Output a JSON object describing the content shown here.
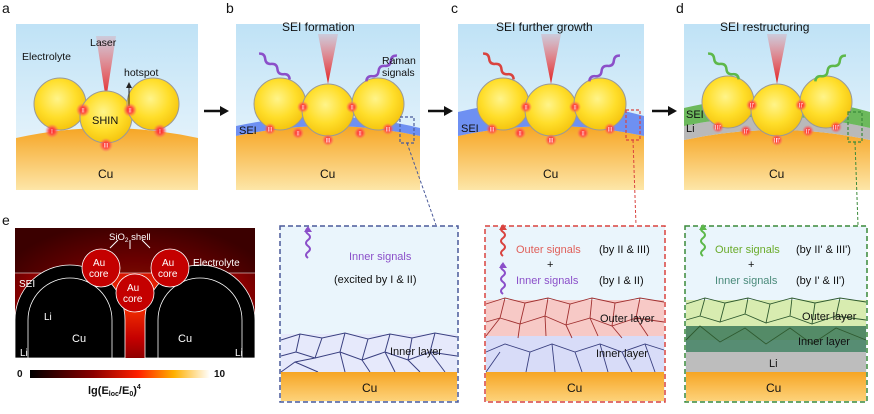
{
  "panels": {
    "a": {
      "letter": "a",
      "electrolyte": "Electrolyte",
      "laser": "Laser",
      "hotspot": "hotspot",
      "shin": "SHIN",
      "cu": "Cu"
    },
    "b": {
      "letter": "b",
      "title": "SEI formation",
      "raman_line1": "Raman",
      "raman_line2": "signals",
      "sei": "SEI",
      "cu": "Cu"
    },
    "c": {
      "letter": "c",
      "title": "SEI further growth",
      "sei": "SEI",
      "cu": "Cu"
    },
    "d": {
      "letter": "d",
      "title": "SEI restructuring",
      "sei": "SEI",
      "li": "Li",
      "cu": "Cu"
    },
    "e": {
      "letter": "e",
      "sio2": "SiO",
      "sio2_sub": "2",
      "sio2_rest": " shell",
      "electrolyte": "Electrolyte",
      "sei": "SEI",
      "au_line1": "Au",
      "au_line2": "core",
      "li": "Li",
      "cu": "Cu",
      "colorbar_min": "0",
      "colorbar_max": "10",
      "colorbar_label": "lg(E",
      "colorbar_sub": "loc",
      "colorbar_mid": "/E",
      "colorbar_sub2": "0",
      "colorbar_end": ")",
      "colorbar_sup": "4"
    }
  },
  "insets": {
    "b": {
      "signals": "Inner signals",
      "excited": "(excited by I & II)",
      "inner_layer": "Inner layer",
      "cu": "Cu"
    },
    "c": {
      "outer_signals": "Outer signals",
      "outer_by": "(by II & III)",
      "plus": "+",
      "inner_signals": "Inner signals",
      "inner_by": "(by I & II)",
      "outer_layer": "Outer layer",
      "inner_layer": "Inner layer",
      "cu": "Cu"
    },
    "d": {
      "outer_signals": "Outer signals",
      "outer_by": "(by II' & III')",
      "plus": "+",
      "inner_signals": "Inner signals",
      "inner_by": "(by I' & II')",
      "outer_layer": "Outer layer",
      "inner_layer": "Inner layer",
      "li": "Li",
      "cu": "Cu"
    }
  },
  "hotspot_labels": {
    "a": [
      "I",
      "II",
      "III",
      "II",
      "I"
    ],
    "b": [
      "III",
      "II",
      "II",
      "III",
      "II",
      "II",
      "III",
      "I"
    ],
    "c": [
      "III",
      "II",
      "II",
      "III",
      "II",
      "II",
      "III",
      "I"
    ],
    "d": [
      "III'",
      "II'",
      "II'",
      "III'",
      "II'",
      "II'",
      "III'",
      "I'"
    ]
  },
  "colors": {
    "cu_top": "#fde3a0",
    "cu_bottom": "#f29a1a",
    "electrolyte_top": "#bfe2f6",
    "electrolyte_bottom": "#eaf5fc",
    "sphere": "#ffe23a",
    "sei_blue": "#5a7ff0",
    "sei_green": "#5fb24a",
    "li_grey": "#b9b9b9",
    "box_b": "#4a5a9a",
    "box_c": "#d9433f",
    "box_d": "#3a8a3a",
    "purple": "#8b4fc9",
    "red": "#d9433f",
    "green": "#5db84a"
  }
}
